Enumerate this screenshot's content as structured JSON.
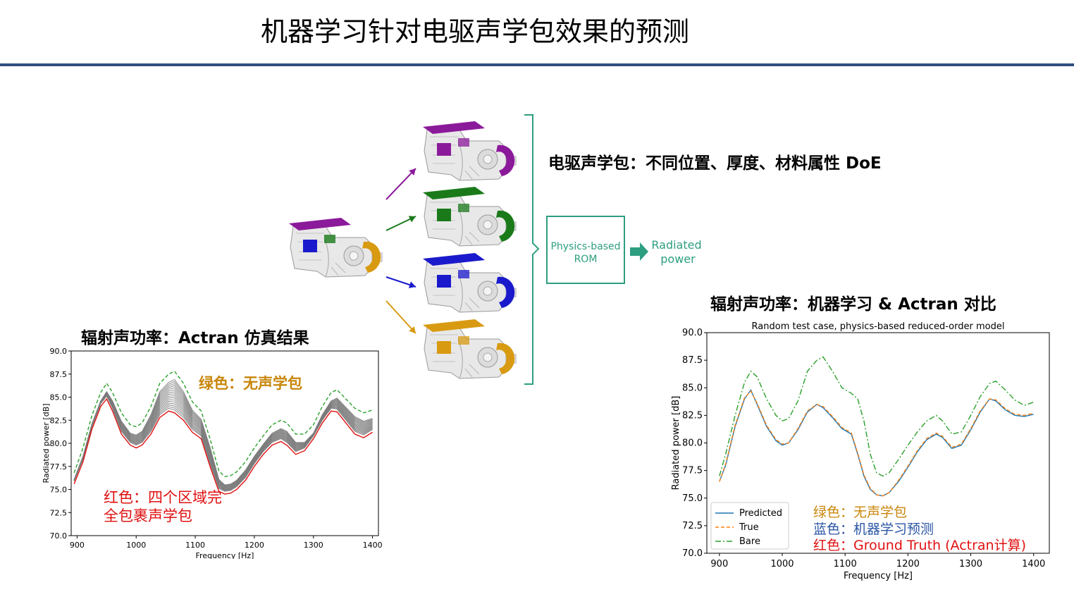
{
  "slide": {
    "title": "机器学习针对电驱声学包效果的预测",
    "doe_label": "电驱声学包：不同位置、厚度、材料属性 DoE",
    "rom_box": [
      "Physics-based",
      "ROM"
    ],
    "output_label": [
      "Radiated",
      "power"
    ],
    "left_heading": "辐射声功率：Actran 仿真结果",
    "right_heading": "辐射声功率：机器学习 & Actran 对比",
    "left_ann_green": "绿色：无声学包",
    "left_ann_red_1": "红色：四个区域完",
    "left_ann_red_2": "全包裹声学包",
    "right_ann_green": "绿色：无声学包",
    "right_ann_blue": "蓝色：机器学习预测",
    "right_ann_red": "红色：Ground Truth (Actran计算)",
    "colors": {
      "rule": "#2f4f7f",
      "teal": "#2e9e80",
      "purple": "#8b1a9a",
      "green": "#1a7a1a",
      "blue": "#1a1acc",
      "orange": "#d89a10",
      "ann_orange": "#c8860a",
      "ann_red": "#e01010",
      "ann_blue": "#2a55a5"
    },
    "variant_colors": [
      "#8b1a9a",
      "#1a7a1a",
      "#1a1acc",
      "#d89a10"
    ]
  },
  "chart_data": [
    {
      "type": "line",
      "title": "",
      "xlabel": "Frequency [Hz]",
      "ylabel": "Radiated power [dB]",
      "xlim": [
        890,
        1410
      ],
      "ylim": [
        70,
        90
      ],
      "xticks": [
        900,
        1000,
        1100,
        1200,
        1300,
        1400
      ],
      "yticks": [
        "70.0",
        "72.5",
        "75.0",
        "77.5",
        "80.0",
        "82.5",
        "85.0",
        "87.5",
        "90.0"
      ],
      "x": [
        895,
        910,
        925,
        940,
        950,
        960,
        975,
        990,
        1000,
        1010,
        1025,
        1040,
        1055,
        1065,
        1080,
        1095,
        1110,
        1125,
        1140,
        1150,
        1160,
        1170,
        1185,
        1200,
        1215,
        1230,
        1245,
        1255,
        1270,
        1285,
        1300,
        1315,
        1330,
        1340,
        1355,
        1370,
        1385,
        1400
      ],
      "series": [
        {
          "name": "Bare",
          "color": "#2ca02c",
          "dash": "5,3",
          "values": [
            76.8,
            79.5,
            83.0,
            85.5,
            86.5,
            85.5,
            83.3,
            82.0,
            81.8,
            82.2,
            84.0,
            86.5,
            87.5,
            87.8,
            86.5,
            84.5,
            83.5,
            80.5,
            77.0,
            76.4,
            76.5,
            76.9,
            78.0,
            79.5,
            80.8,
            82.0,
            82.5,
            82.2,
            81.0,
            81.0,
            82.0,
            84.0,
            85.5,
            85.8,
            84.8,
            83.8,
            83.3,
            83.6
          ]
        },
        {
          "name": "四个区域完全包裹",
          "color": "#e01010",
          "dash": "",
          "values": [
            75.6,
            78.0,
            81.5,
            84.0,
            84.8,
            83.5,
            81.0,
            79.8,
            79.5,
            79.8,
            81.0,
            82.8,
            83.5,
            83.3,
            82.5,
            81.2,
            80.5,
            77.5,
            74.8,
            74.5,
            74.6,
            75.0,
            76.0,
            77.5,
            78.8,
            79.8,
            80.2,
            79.8,
            78.8,
            79.2,
            80.5,
            82.2,
            83.5,
            83.4,
            82.2,
            81.0,
            80.6,
            81.2
          ]
        }
      ],
      "band": {
        "count": 16,
        "color": "#7a7a7a",
        "lower_offset": 0.3,
        "upper_offset": 2.6
      }
    },
    {
      "type": "line",
      "title": "Random test case, physics-based reduced-order model",
      "xlabel": "Frequency [Hz]",
      "ylabel": "Radiated power [dB]",
      "xlim": [
        880,
        1425
      ],
      "ylim": [
        70,
        90
      ],
      "xticks": [
        900,
        1000,
        1100,
        1200,
        1300,
        1400
      ],
      "yticks": [
        "70.0",
        "72.5",
        "75.0",
        "77.5",
        "80.0",
        "82.5",
        "85.0",
        "87.5",
        "90.0"
      ],
      "legend": "lower-left",
      "x": [
        900,
        910,
        925,
        940,
        950,
        960,
        975,
        990,
        1000,
        1010,
        1025,
        1040,
        1055,
        1065,
        1080,
        1095,
        1110,
        1120,
        1130,
        1140,
        1150,
        1160,
        1170,
        1185,
        1200,
        1215,
        1230,
        1245,
        1255,
        1270,
        1285,
        1300,
        1315,
        1330,
        1340,
        1355,
        1370,
        1385,
        1400
      ],
      "series": [
        {
          "name": "Predicted",
          "color": "#1f77b4",
          "dash": "",
          "values": [
            76.5,
            78.0,
            81.5,
            84.0,
            84.8,
            83.5,
            81.5,
            80.2,
            79.8,
            80.0,
            81.2,
            82.8,
            83.5,
            83.2,
            82.3,
            81.3,
            80.8,
            79.0,
            77.0,
            75.8,
            75.3,
            75.2,
            75.5,
            76.5,
            77.8,
            79.2,
            80.3,
            80.8,
            80.5,
            79.5,
            79.8,
            81.2,
            82.8,
            84.0,
            83.8,
            83.0,
            82.5,
            82.4,
            82.6
          ]
        },
        {
          "name": "True",
          "color": "#ff7f0e",
          "dash": "5,3",
          "values": [
            76.5,
            78.1,
            81.6,
            84.1,
            84.7,
            83.6,
            81.6,
            80.3,
            79.9,
            80.0,
            81.3,
            82.9,
            83.5,
            83.3,
            82.4,
            81.4,
            80.9,
            79.1,
            77.1,
            75.9,
            75.3,
            75.2,
            75.5,
            76.6,
            77.9,
            79.3,
            80.4,
            80.9,
            80.6,
            79.6,
            79.9,
            81.3,
            82.9,
            84.0,
            83.9,
            83.1,
            82.6,
            82.5,
            82.7
          ]
        },
        {
          "name": "Bare",
          "color": "#2ca02c",
          "dash": "8,3,2,3",
          "values": [
            77.0,
            79.0,
            82.5,
            85.5,
            86.5,
            86.0,
            84.0,
            82.5,
            82.0,
            82.2,
            83.8,
            86.5,
            87.5,
            87.8,
            86.5,
            85.0,
            84.5,
            84.0,
            82.0,
            79.0,
            77.3,
            77.0,
            77.3,
            78.5,
            79.8,
            81.0,
            82.0,
            82.5,
            82.0,
            80.8,
            81.0,
            82.5,
            84.2,
            85.4,
            85.6,
            84.8,
            83.9,
            83.4,
            83.7
          ]
        }
      ]
    }
  ]
}
